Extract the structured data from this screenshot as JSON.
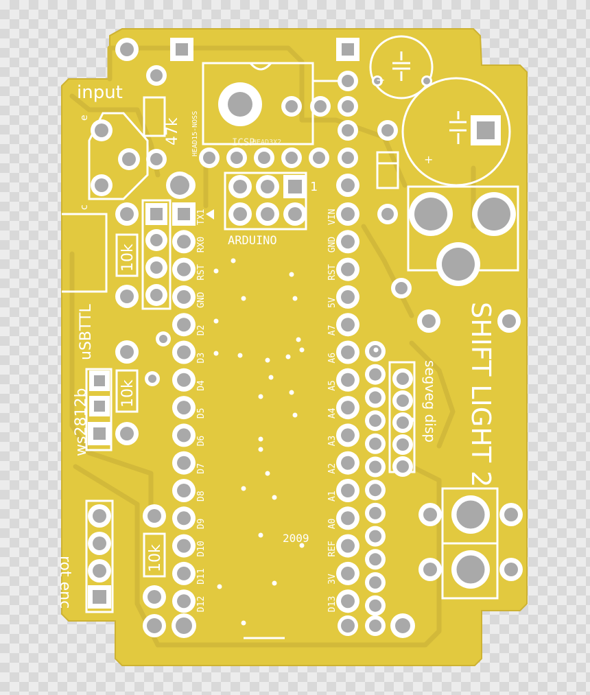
{
  "board": {
    "title": "SHIFT LIGHT 2",
    "year": "2009",
    "colors": {
      "copper": "#e2c93f",
      "copper_dark": "#cdb232",
      "pad_hole": "#a9a9a9",
      "silkscreen": "#ffffff"
    }
  },
  "labels": {
    "input": "input",
    "resistor_47k": "47k",
    "resistor_10k_a": "10k",
    "resistor_10k_b": "10k",
    "resistor_10k_c": "10k",
    "transistor_e": "e",
    "transistor_c": "c",
    "usbttl": "uSBTTL",
    "ws2812b": "ws2812b",
    "rot_enc": "rot enc",
    "segveg_disp": "segveg disp",
    "arduino": "ARDUINO",
    "icsp": "ICSP",
    "head3x2": "HEAD3X2",
    "head15": "HEAD15-NOSS",
    "marker_1": "1"
  },
  "arduino_left_pins": [
    "TX1",
    "RX0",
    "RST",
    "GND",
    "D2",
    "D3",
    "D4",
    "D5",
    "D6",
    "D7",
    "D8",
    "D9",
    "D10",
    "D11",
    "D12"
  ],
  "arduino_right_pins": [
    "VIN",
    "GND",
    "RST",
    "5V",
    "A7",
    "A6",
    "A5",
    "A4",
    "A3",
    "A2",
    "A1",
    "A0",
    "REF",
    "3V",
    "D13"
  ]
}
